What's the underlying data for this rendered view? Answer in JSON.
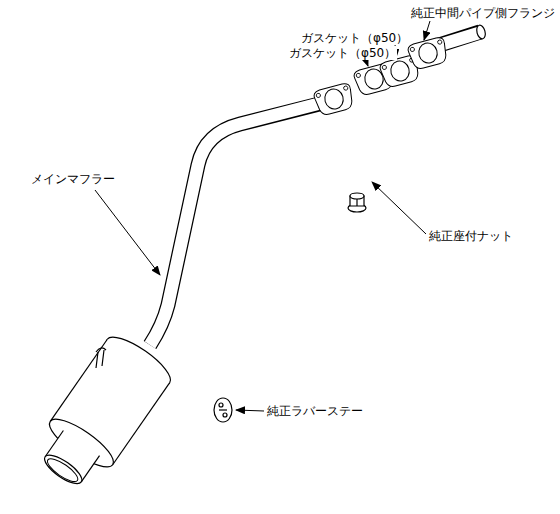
{
  "diagram": {
    "labels": [
      "純正中間パイプ側フランジ",
      "ガスケット（φ50）",
      "ガスケット（φ50）",
      "メインマフラー",
      "純正座付ナット",
      "純正ラバーステー"
    ]
  }
}
